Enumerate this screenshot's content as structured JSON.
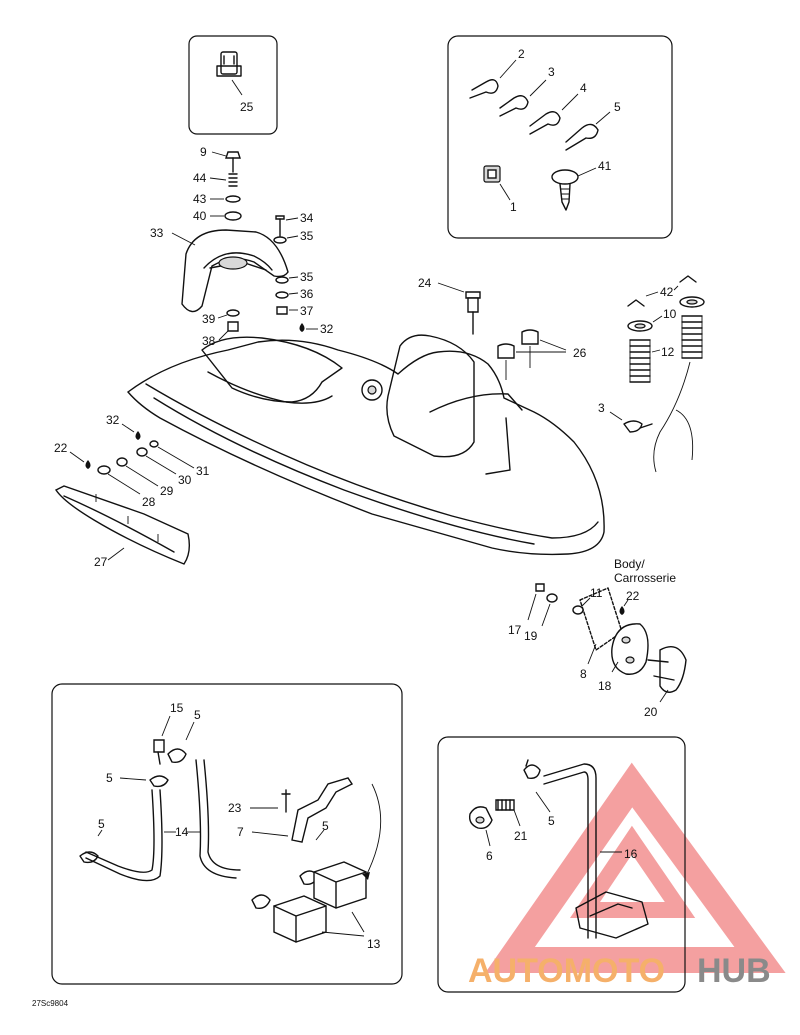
{
  "diagram_code": "27Sc9804",
  "body_label": [
    "Body/",
    "Carrosserie"
  ],
  "watermark": {
    "brand": "AUTOMOTOHUB",
    "part1": "AUTOMOTO",
    "part2": "HUB",
    "color_orange": "#f5b06a",
    "color_red": "#e24b4b",
    "color_gray": "#8a8a8a"
  },
  "callouts": {
    "n1": "1",
    "n2": "2",
    "n3a": "3",
    "n3b": "3",
    "n4": "4",
    "n5a": "5",
    "n5b": "5",
    "n5c": "5",
    "n5d": "5",
    "n5e": "5",
    "n5f": "5",
    "n6": "6",
    "n7": "7",
    "n8": "8",
    "n9": "9",
    "n10": "10",
    "n11": "11",
    "n12": "12",
    "n13": "13",
    "n14": "14",
    "n15": "15",
    "n16": "16",
    "n17": "17",
    "n18": "18",
    "n19": "19",
    "n20": "20",
    "n21": "21",
    "n22a": "22",
    "n22b": "22",
    "n23": "23",
    "n24": "24",
    "n25": "25",
    "n26": "26",
    "n27": "27",
    "n28": "28",
    "n29": "29",
    "n30": "30",
    "n31": "31",
    "n32a": "32",
    "n32b": "32",
    "n33": "33",
    "n34": "34",
    "n35a": "35",
    "n35b": "35",
    "n36": "36",
    "n37": "37",
    "n38": "38",
    "n39": "39",
    "n40": "40",
    "n41": "41",
    "n42": "42",
    "n43": "43",
    "n44": "44"
  }
}
